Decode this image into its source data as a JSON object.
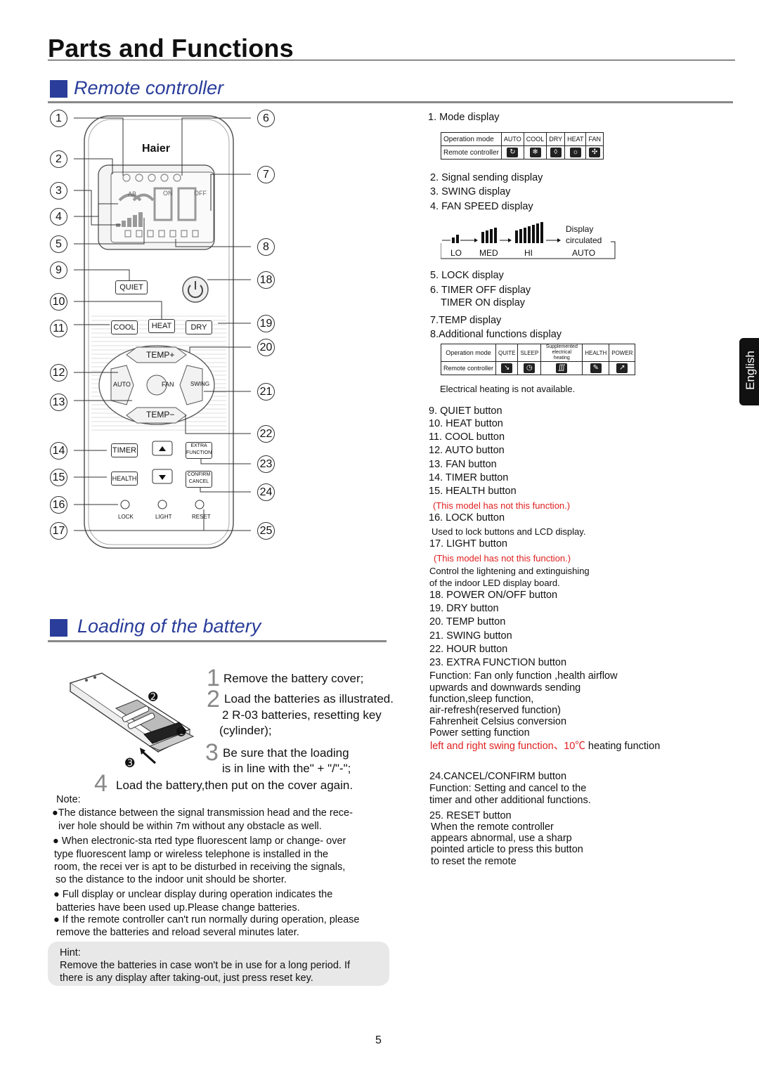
{
  "page_title": "Parts and Functions",
  "section1_title": "Remote controller",
  "section2_title": "Loading of the battery",
  "page_number": "5",
  "side_tab": "English",
  "remote": {
    "brand": "Haier",
    "quiet": "QUIET",
    "cool": "COOL",
    "heat": "HEAT",
    "dry": "DRY",
    "temp_plus": "TEMP+",
    "temp_minus": "TEMP−",
    "auto": "AUTO",
    "fan": "FAN",
    "swing": "SWING",
    "timer": "TIMER",
    "health": "HEALTH",
    "extra1": "EXTRA",
    "extra2": "FUNCTION",
    "confirm": "CONFIRM",
    "cancel": "CANCEL",
    "lock": "LOCK",
    "light": "LIGHT",
    "reset": "RESET",
    "lcd_ab": "AB",
    "lcd_on": "ON",
    "lcd_off": "OFF"
  },
  "callouts_left": [
    "1",
    "2",
    "3",
    "4",
    "5",
    "9",
    "10",
    "11",
    "12",
    "13",
    "14",
    "15",
    "16",
    "17"
  ],
  "callouts_right": [
    "6",
    "7",
    "8",
    "18",
    "19",
    "20",
    "21",
    "22",
    "23",
    "24",
    "25"
  ],
  "right": {
    "mode_display": "1. Mode display",
    "mode_table": {
      "row1_label": "Operation mode",
      "modes": [
        "AUTO",
        "COOL",
        "DRY",
        "HEAT",
        "FAN"
      ],
      "row2_label": "Remote controller"
    },
    "signal": "2. Signal sending display",
    "swing": "3.  SWING  display",
    "fanspeed": "4. FAN SPEED display",
    "fan_labels": [
      "LO",
      "MED",
      "HI",
      "AUTO"
    ],
    "fan_note1": "Display",
    "fan_note2": "circulated",
    "lock_display": "5. LOCK display",
    "timer_off": "6. TIMER OFF display",
    "timer_on": "TIMER ON display",
    "temp_display": "7.TEMP display",
    "additional": "8.Additional functions display",
    "add_table": {
      "row1_label": "Operation mode",
      "cols": [
        "QUITE",
        "SLEEP",
        "Supplemented electrical heating",
        "HEALTH",
        "POWER"
      ],
      "row2_label": "Remote controller"
    },
    "electric_note": "Electrical heating is not available.",
    "b9": "9. QUIET button",
    "b10": "10. HEAT button",
    "b11": "11. COOL button",
    "b12": "12. AUTO button",
    "b13": "13. FAN button",
    "b14": "14. TIMER button",
    "b15": "15. HEALTH button",
    "no_function": "(This model has not this function.)",
    "b16": "16. LOCK button",
    "b16_desc": "Used to lock buttons and LCD display.",
    "b17": "17. LIGHT button",
    "b17_desc1": "Control the lightening and extinguishing",
    "b17_desc2": "of the indoor LED display board.",
    "b18": "18. POWER ON/OFF button",
    "b19": "19. DRY button",
    "b20": "20. TEMP button",
    "b21": "21. SWING button",
    "b22": "22. HOUR button",
    "b23": "23. EXTRA FUNCTION button",
    "b23_f1": "Function: Fan only function ,health airflow",
    "b23_f2": "upwards and downwards sending",
    "b23_f3": "function,sleep function,",
    "b23_f4": "air-refresh(reserved function)",
    "b23_f5": "Fahrenheit Celsius conversion",
    "b23_f6": "Power setting function",
    "b23_f7_red": "left and right swing function、",
    "b23_f7_red2": "10℃",
    "b23_f7_black": "heating function",
    "b24": "24.CANCEL/CONFIRM button",
    "b24_d1": "Function: Setting and cancel to the",
    "b24_d2": "timer and other additional functions.",
    "b25": "25. RESET button",
    "b25_d1": "When the remote controller",
    "b25_d2": "appears abnormal, use a sharp",
    "b25_d3": "pointed article to press this button",
    "b25_d4": "to reset the remote"
  },
  "battery": {
    "s1_num": "1",
    "s1": "Remove the battery cover;",
    "s2_num": "2",
    "s2a": "Load the batteries as illustrated.",
    "s2b": "2 R-03 batteries, resetting key",
    "s2c": "(cylinder);",
    "s3_num": "3",
    "s3a": "Be sure that the loading",
    "s3b": "is in line with the\" + \"/\"-\";",
    "s4_num": "4",
    "s4": "Load the battery,then put on the cover again.",
    "m1": "➋",
    "m2": "➊",
    "m3": "➌"
  },
  "notes": {
    "label": "Note:",
    "n1a": "●The distance between the signal transmission head and the rece-",
    "n1b": "iver hole should be within 7m without any obstacle as well.",
    "n2a": "● When electronic-sta rted type fluorescent lamp or change- over",
    "n2b": "type fluorescent lamp or   wireless telephone is installed in the",
    "n2c": "room, the recei ver is apt to be disturbed in receiving  the signals,",
    "n2d": "so the distance to the indoor unit should be shorter.",
    "n3a": "●  Full display or unclear display during operation indicates the",
    "n3b": "batteries have been used up.Please change batteries.",
    "n4a": "● If the remote controller can't run normally during operation, please",
    "n4b": "remove the batteries and  reload several minutes later.",
    "hint_label": "Hint:",
    "hint1": "Remove the batteries in case won't be in use for a long period. If",
    "hint2": "there is any display after taking-out, just press reset key."
  }
}
